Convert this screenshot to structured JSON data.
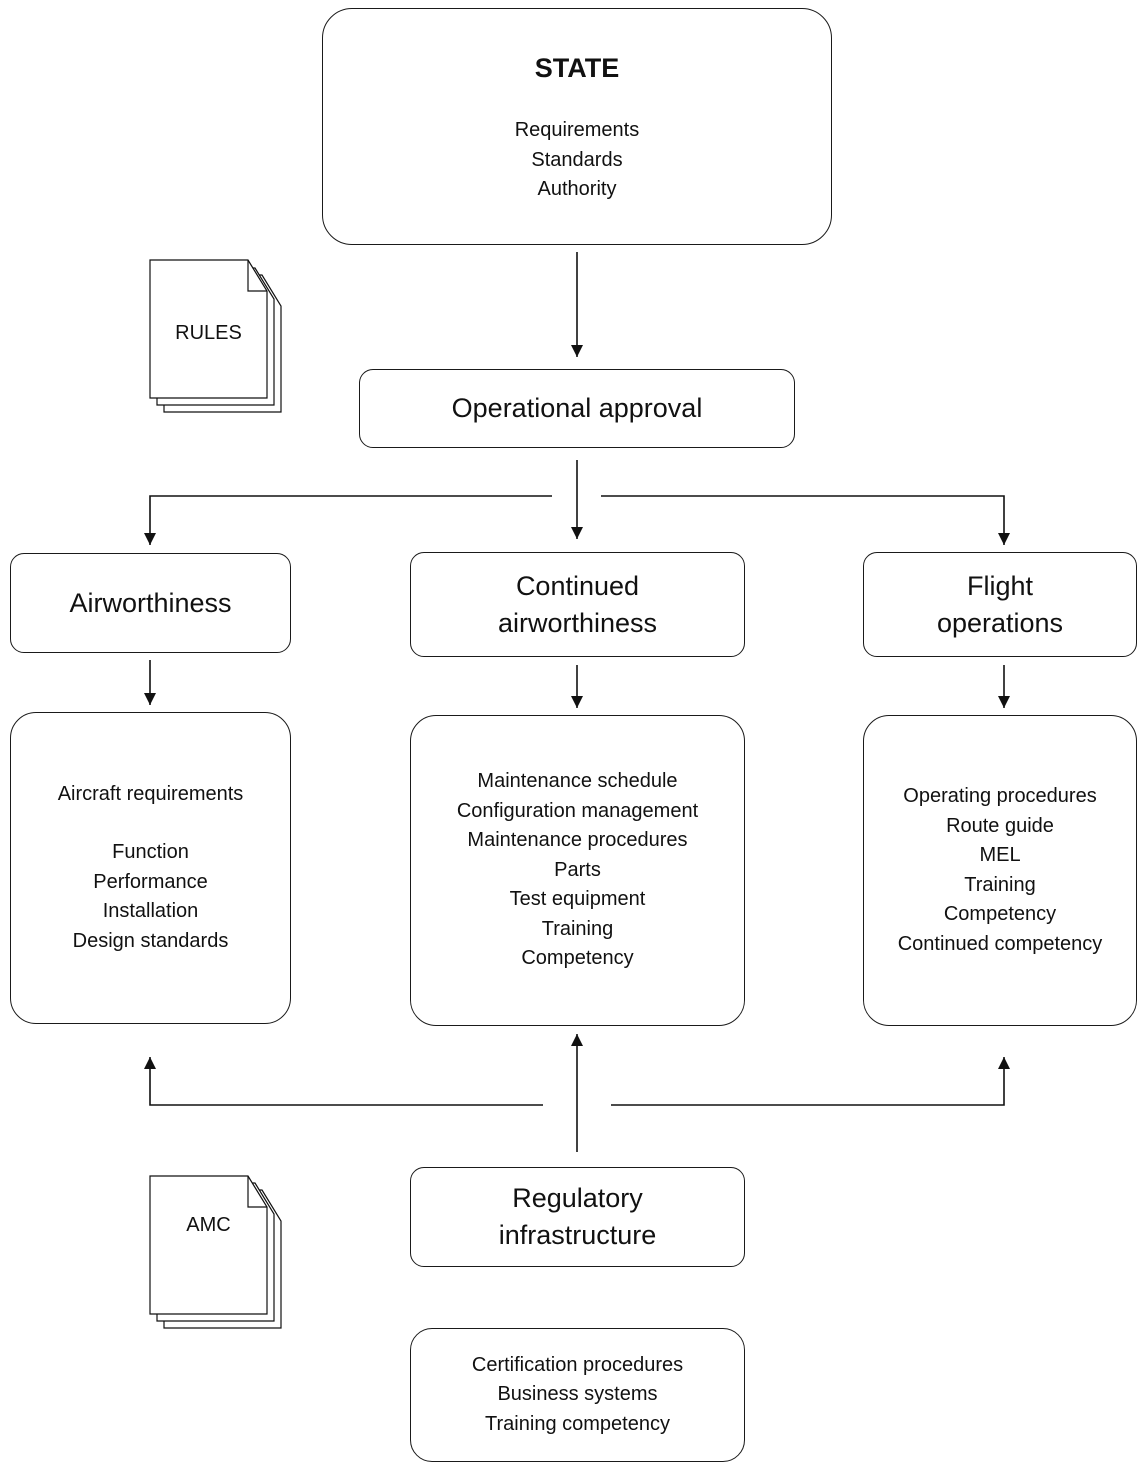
{
  "state": {
    "title": "STATE",
    "lines": [
      "Requirements",
      "Standards",
      "Authority"
    ]
  },
  "operational_approval": "Operational approval",
  "airworthiness": {
    "title": "Airworthiness",
    "lines": [
      "Aircraft requirements",
      "",
      "Function",
      "Performance",
      "Installation",
      "Design standards"
    ]
  },
  "continued_airworthiness": {
    "title_lines": [
      "Continued",
      "airworthiness"
    ],
    "lines": [
      "Maintenance schedule",
      "Configuration management",
      "Maintenance procedures",
      "Parts",
      "Test equipment",
      "Training",
      "Competency"
    ]
  },
  "flight_operations": {
    "title_lines": [
      "Flight",
      "operations"
    ],
    "lines": [
      "Operating procedures",
      "Route guide",
      "MEL",
      "Training",
      "Competency",
      "Continued competency"
    ]
  },
  "regulatory_infrastructure": {
    "title_lines": [
      "Regulatory",
      "infrastructure"
    ],
    "lines": [
      "Certification procedures",
      "Business systems",
      "Training competency"
    ]
  },
  "documents": {
    "rules": "RULES",
    "amc": "AMC"
  }
}
